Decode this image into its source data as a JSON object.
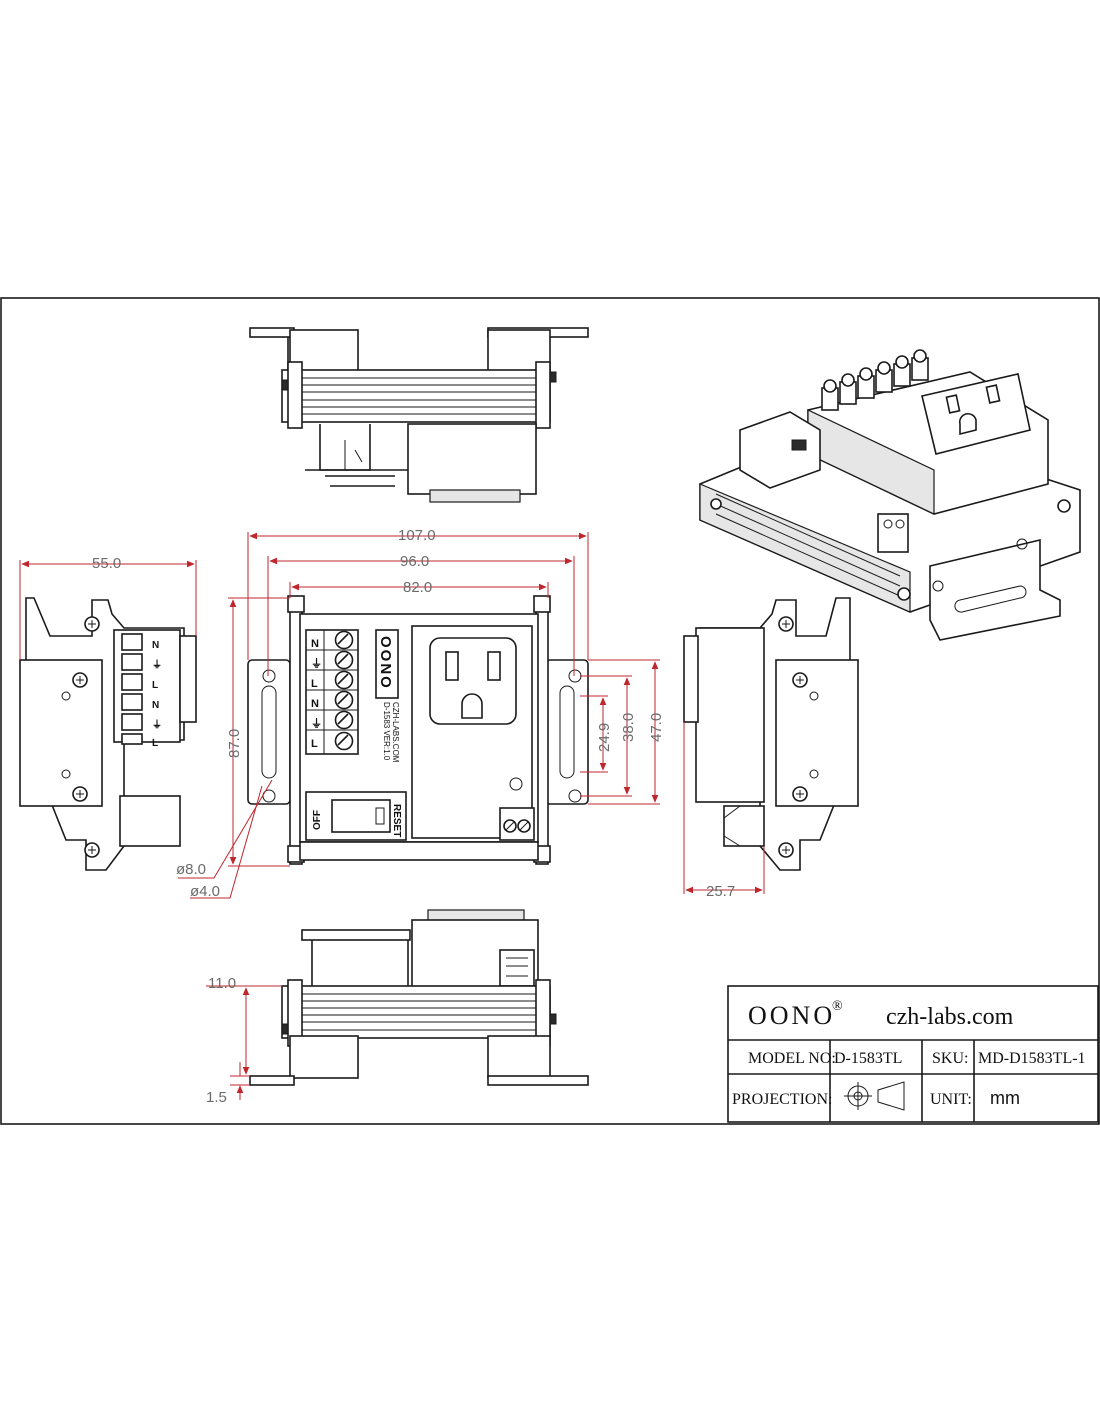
{
  "dimensions": {
    "width_total": "107.0",
    "width_96": "96.0",
    "width_82": "82.0",
    "height_87": "87.0",
    "height_47": "47.0",
    "height_38": "38.0",
    "height_24_9": "24.9",
    "side_depth": "55.0",
    "side_depth_right": "25.7",
    "hole_8": "ø8.0",
    "hole_4": "ø4.0",
    "bottom_11": "11.0",
    "bottom_1_5": "1.5"
  },
  "front_panel": {
    "brand_vertical": "OONO",
    "model_text": "D-1583 VER:1.0",
    "website_text": "CZH-LABS.COM",
    "off_label": "OFF",
    "reset_label": "RESET",
    "terminal_labels": [
      "N",
      "⏚",
      "L",
      "N",
      "⏚",
      "L"
    ]
  },
  "title_block": {
    "brand": "OONO",
    "registered": "®",
    "website": "czh-labs.com",
    "model_label": "MODEL NO:",
    "model_value": "D-1583TL",
    "sku_label": "SKU:",
    "sku_value": "MD-D1583TL-1",
    "projection_label": "PROJECTION:",
    "unit_label": "UNIT:",
    "unit_value": "mm"
  }
}
